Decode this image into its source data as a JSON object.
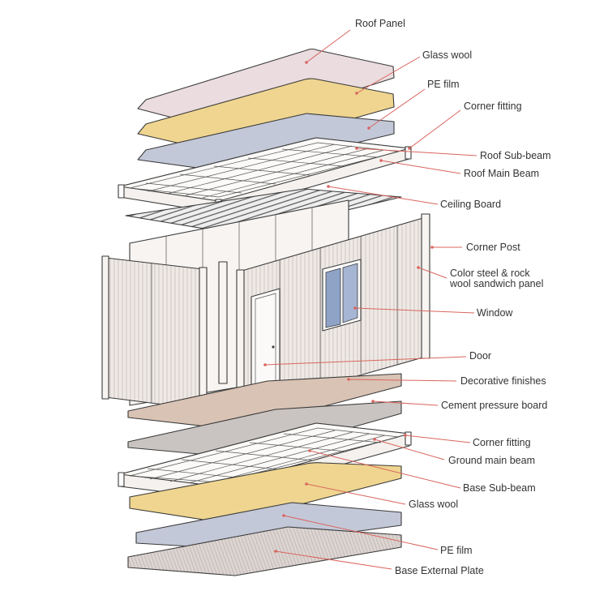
{
  "labels": {
    "roof_panel": "Roof Panel",
    "glass_wool_top": "Glass wool",
    "pe_film_top": "PE film",
    "corner_fitting_top": "Corner fitting",
    "roof_sub_beam": "Roof Sub-beam",
    "roof_main_beam": "Roof Main Beam",
    "ceiling_board": "Ceiling Board",
    "corner_post": "Corner Post",
    "sandwich_panel_line1": "Color steel & rock",
    "sandwich_panel_line2": "wool sandwich panel",
    "window": "Window",
    "door": "Door",
    "decorative_finishes": "Decorative finishes",
    "cement_pressure_board": "Cement pressure board",
    "corner_fitting_bottom": "Corner fitting",
    "ground_main_beam": "Ground main beam",
    "base_sub_beam": "Base Sub-beam",
    "glass_wool_bottom": "Glass wool",
    "pe_film_bottom": "PE film",
    "base_external_plate": "Base External Plate"
  },
  "colors": {
    "leader": "#d9655e",
    "roof_panel": "#eadcdf",
    "glass_wool": "#efd58f",
    "pe_film": "#c3c8d8",
    "cement_board": "#c9c4c1",
    "decorative_floor": "#d9c3b4",
    "wall_panel": "#ece6e2",
    "frame": "#f4f1ee"
  }
}
